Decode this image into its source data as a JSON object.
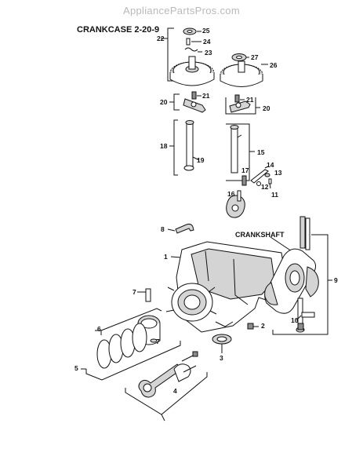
{
  "watermark": "AppliancePartsPros.com",
  "title": "CRANKCASE 2-20-9",
  "crankshaft_label": "CRANKSHAFT",
  "callouts": {
    "c25": "25",
    "c24": "24",
    "c23": "23",
    "c22": "22",
    "c27": "27",
    "c26": "26",
    "c21a": "21",
    "c20a": "20",
    "c21b": "21",
    "c20b": "20",
    "c18": "18",
    "c19": "19",
    "c15": "15",
    "c14": "14",
    "c13": "13",
    "c17": "17",
    "c12": "12",
    "c11": "11",
    "c16": "16",
    "c8": "8",
    "c1": "1",
    "c9": "9",
    "c7a": "7",
    "c6": "6",
    "c7b": "7",
    "c5": "5",
    "c10": "10",
    "c2": "2",
    "c3": "3",
    "c4": "4"
  }
}
